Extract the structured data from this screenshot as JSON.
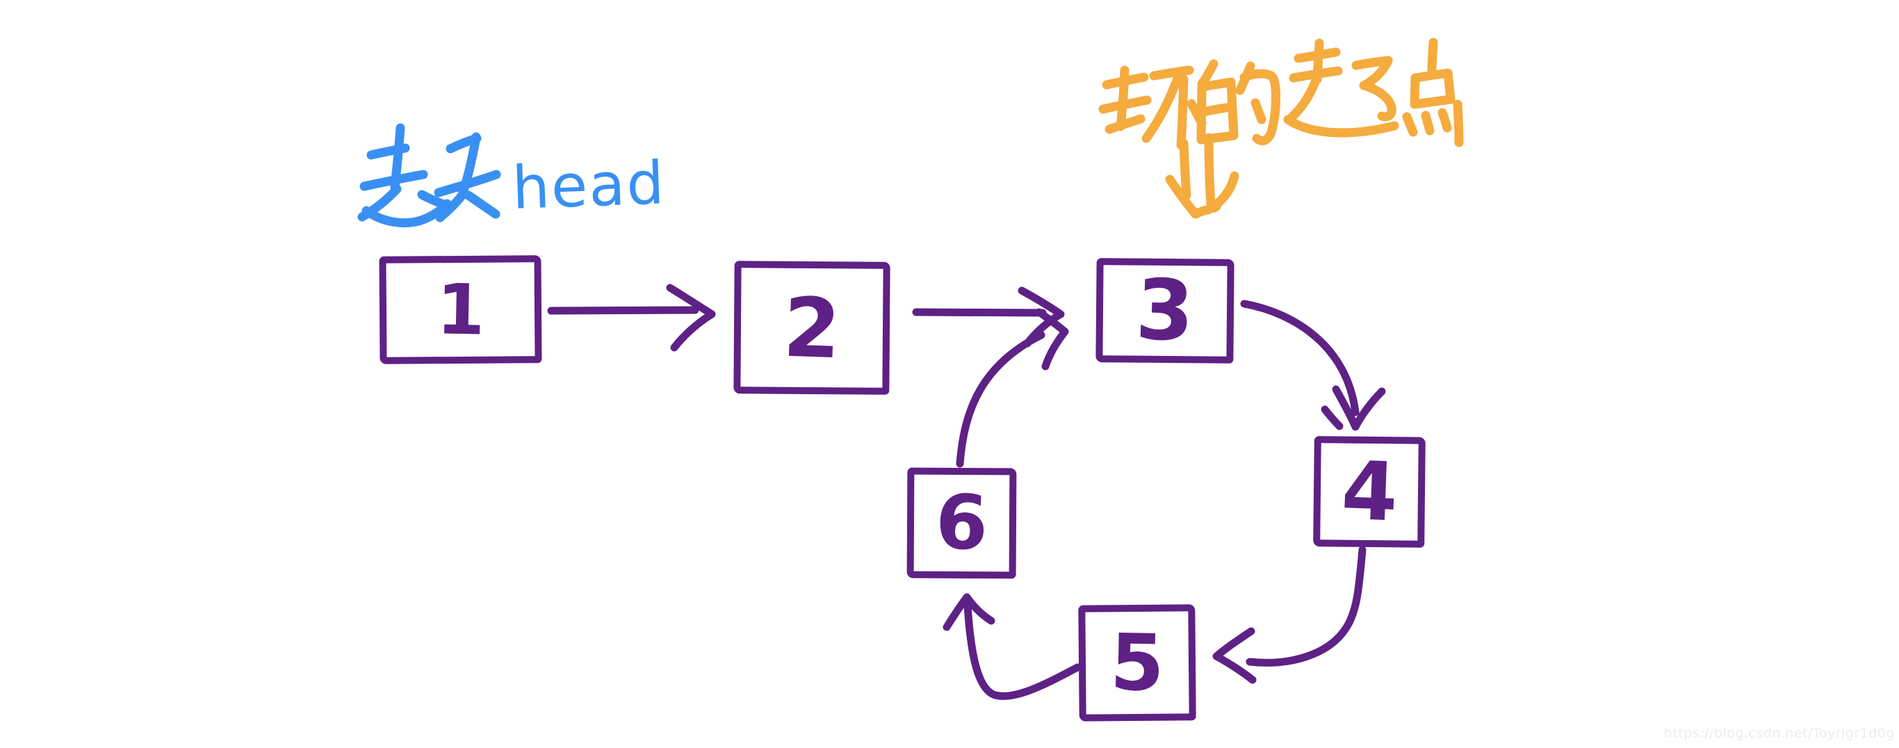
{
  "labels": {
    "head": {
      "text": "表头 head",
      "cjk": "表头",
      "latin": "head",
      "color": "#3990F2"
    },
    "cycle_start": {
      "text": "环的起点",
      "color": "#F5AB3E",
      "arrow_glyph": "⇓"
    }
  },
  "nodes": [
    {
      "id": "1",
      "value": "1"
    },
    {
      "id": "2",
      "value": "2"
    },
    {
      "id": "3",
      "value": "3"
    },
    {
      "id": "4",
      "value": "4"
    },
    {
      "id": "5",
      "value": "5"
    },
    {
      "id": "6",
      "value": "6"
    }
  ],
  "edges": [
    {
      "from": "1",
      "to": "2"
    },
    {
      "from": "2",
      "to": "3"
    },
    {
      "from": "3",
      "to": "4"
    },
    {
      "from": "4",
      "to": "5"
    },
    {
      "from": "5",
      "to": "6"
    },
    {
      "from": "6",
      "to": "3"
    }
  ],
  "colors": {
    "ink": "#5E2185",
    "head_label": "#3990F2",
    "cycle_label": "#F5AB3E",
    "background": "#FFFFFF",
    "watermark": "#ECECF0"
  },
  "watermark": {
    "text": "https://blog.csdn.net/Toyrigr1d0g"
  }
}
